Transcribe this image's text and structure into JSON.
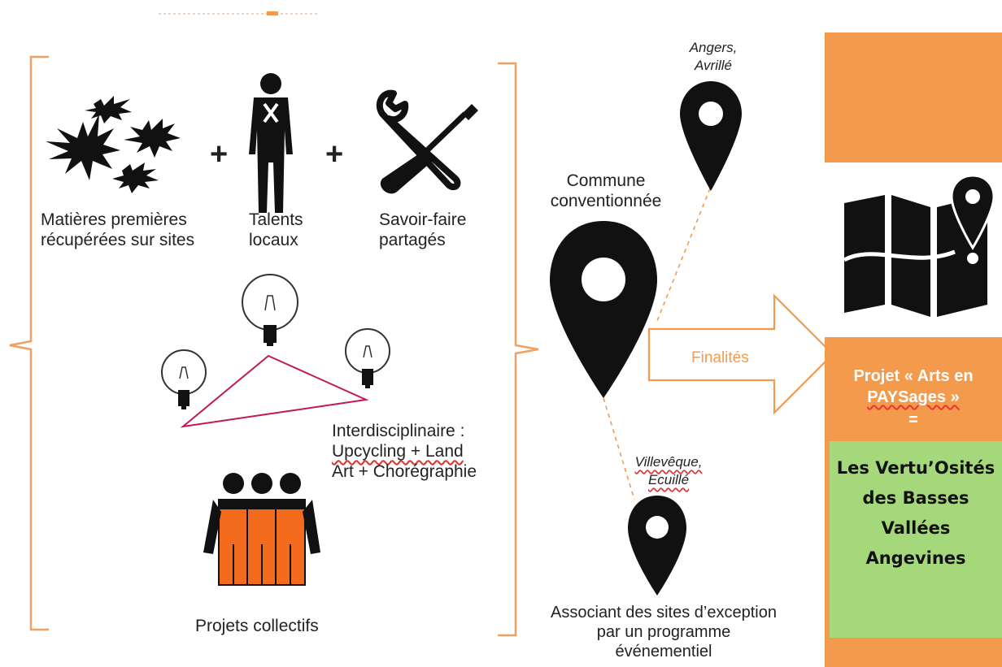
{
  "colors": {
    "accent": "#f39a4d",
    "green": "#a5d77b",
    "bracket": "#f0a060",
    "triangle": "#c2185b"
  },
  "labels": {
    "matieres": "Matières premières récupérées sur sites",
    "plus1": "+",
    "talents": "Talents locaux",
    "plus2": "+",
    "savoir": "Savoir-faire partagés",
    "interdisciplinaire_line1": "Interdisciplinaire :",
    "interdisciplinaire_line2": "Upcycling + Land",
    "interdisciplinaire_line3": "Art + Chorégraphie",
    "projets_collectifs": "Projets collectifs",
    "angers": "Angers, Avrillé",
    "commune": "Commune conventionnée",
    "villeveque": "Villevêque, Ecuillé",
    "associant": "Associant des sites d’exception par un programme événementiel",
    "finalites": "Finalités",
    "projet_title_line1": "Projet « Arts en",
    "projet_title_line2": "PAYSages »",
    "equals": "=",
    "result": "Les Vertu’Osités des Basses Vallées Angevines"
  },
  "icons": [
    "splat-icon",
    "technician-icon",
    "tools-icon",
    "lightbulb-icon",
    "team-icon",
    "map-pin-icon",
    "folded-map-icon",
    "arrow-icon"
  ]
}
